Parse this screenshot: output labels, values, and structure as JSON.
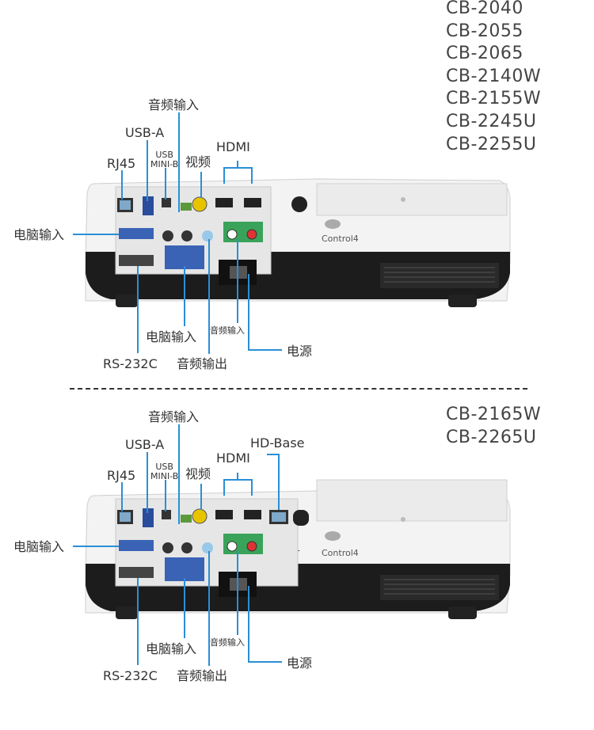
{
  "top": {
    "models": [
      "CB-2040",
      "CB-2055",
      "CB-2065",
      "CB-2140W",
      "CB-2155W",
      "CB-2245U",
      "CB-2255U"
    ],
    "labels": {
      "audio_in_top": "音频输入",
      "usb_a": "USB-A",
      "usb_mini_b_line1": "USB",
      "usb_mini_b_line2": "MINI-B",
      "rj45": "RJ45",
      "video": "视频",
      "hdmi": "HDMI",
      "computer_in_left": "电脑输入",
      "computer_in_bottom": "电脑输入",
      "audio_in_small": "音频输入",
      "power": "电源",
      "rs232c": "RS-232C",
      "audio_out": "音频输出"
    }
  },
  "bottom": {
    "models": [
      "CB-2165W",
      "CB-2265U"
    ],
    "labels": {
      "audio_in_top": "音频输入",
      "usb_a": "USB-A",
      "hd_base": "HD-Base",
      "usb_mini_b_line1": "USB",
      "usb_mini_b_line2": "MINI-B",
      "hdmi": "HDMI",
      "rj45": "RJ45",
      "video": "视频",
      "computer_in_left": "电脑输入",
      "computer_in_bottom": "电脑输入",
      "audio_in_small": "音频输入",
      "power": "电源",
      "rs232c": "RS-232C",
      "audio_out": "音频输出"
    }
  },
  "colors": {
    "leader": "#2a8fd6",
    "body": "#f4f4f4",
    "base": "#1b1b1b"
  }
}
